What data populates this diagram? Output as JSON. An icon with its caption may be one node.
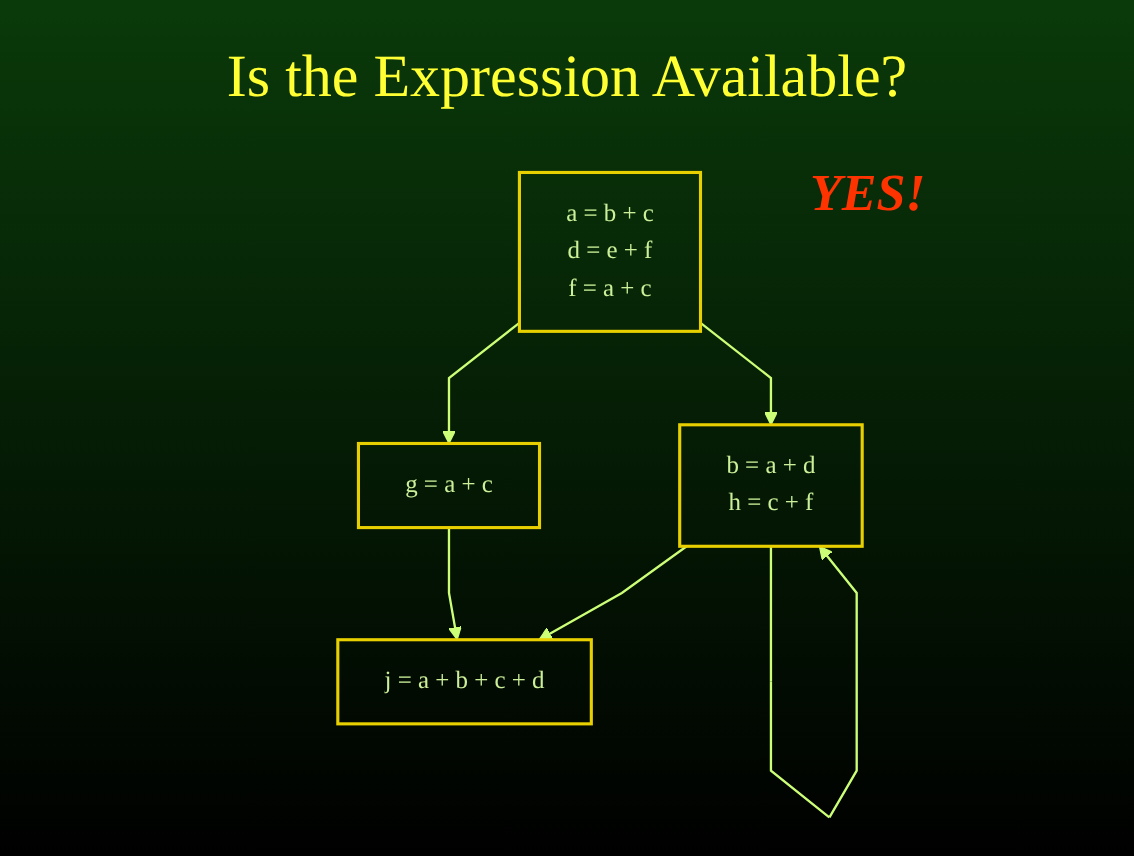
{
  "diagram": {
    "title": "Is the Expression Available?",
    "nodes": [
      {
        "text": [
          "a = b + c",
          "d = e + f",
          "f = a + c"
        ]
      },
      {
        "text": [
          "g = a + c"
        ]
      },
      {
        "text": [
          "b = a + d",
          "h = c + f"
        ]
      },
      {
        "text": [
          "j = a + b + c + d"
        ]
      }
    ],
    "edges": [
      {
        "from": 0,
        "to": 1,
        "arrow": "to"
      },
      {
        "from": 0,
        "to": 2,
        "arrow": "to"
      },
      {
        "from": 2,
        "to": 2,
        "arrow": "to"
      },
      {
        "from": 1,
        "to": 3,
        "arrow": "to"
      },
      {
        "from": 2,
        "to": 3,
        "arrow": "to"
      }
    ],
    "labels": [
      "YES!"
    ]
  }
}
